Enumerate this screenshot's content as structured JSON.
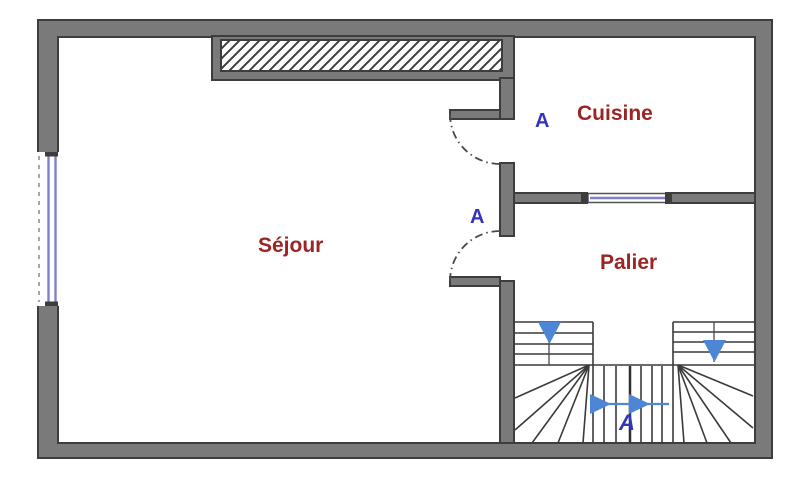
{
  "plan": {
    "rooms": [
      {
        "id": "sejour",
        "label": "Séjour"
      },
      {
        "id": "cuisine",
        "label": "Cuisine"
      },
      {
        "id": "palier",
        "label": "Palier"
      }
    ],
    "section_markers": [
      {
        "id": "a-cuisine-door",
        "label": "A"
      },
      {
        "id": "a-sejour-door",
        "label": "A"
      },
      {
        "id": "a-staircase",
        "label": "A"
      }
    ],
    "elements": {
      "windows": [
        "left-exterior-window",
        "cuisine-palier-window"
      ],
      "doors": [
        "cuisine-door",
        "palier-door"
      ],
      "staircase": "u-shaped-winder-staircase",
      "soffit": "hatched-wall-section"
    }
  },
  "theme": {
    "wall-gray": "#7a7a7a",
    "wall-outline": "#3d3d3d",
    "line-dark": "#3a3a3a",
    "label-red": "#9b2424",
    "marker-blue": "#3434bb",
    "arrow-blue": "#4d86d6",
    "window-blue": "#8080c8",
    "bg": "#ffffff"
  }
}
